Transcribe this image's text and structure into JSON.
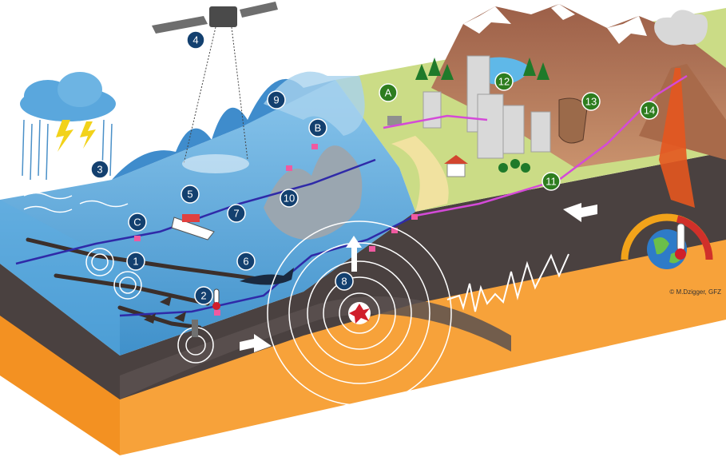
{
  "credit": "M.Dzigger, GFZ",
  "colors": {
    "ocean": "#4a9fd6",
    "ocean_light": "#a8d2ee",
    "mantle": "#f39122",
    "crust": "#4a4140",
    "cable_ocean": "#2f2aa8",
    "cable_land": "#d44ad8",
    "marker_blue": "#13406f",
    "marker_green": "#2e7d1f",
    "sensor": "#f05aa0"
  },
  "markers": {
    "m1": "1",
    "m2": "2",
    "m3": "3",
    "m4": "4",
    "m5": "5",
    "m6": "6",
    "m7": "7",
    "m8": "8",
    "m9": "9",
    "m10": "10",
    "m11": "11",
    "m12": "12",
    "m13": "13",
    "m14": "14",
    "mA": "A",
    "mB": "B",
    "mC": "C"
  }
}
